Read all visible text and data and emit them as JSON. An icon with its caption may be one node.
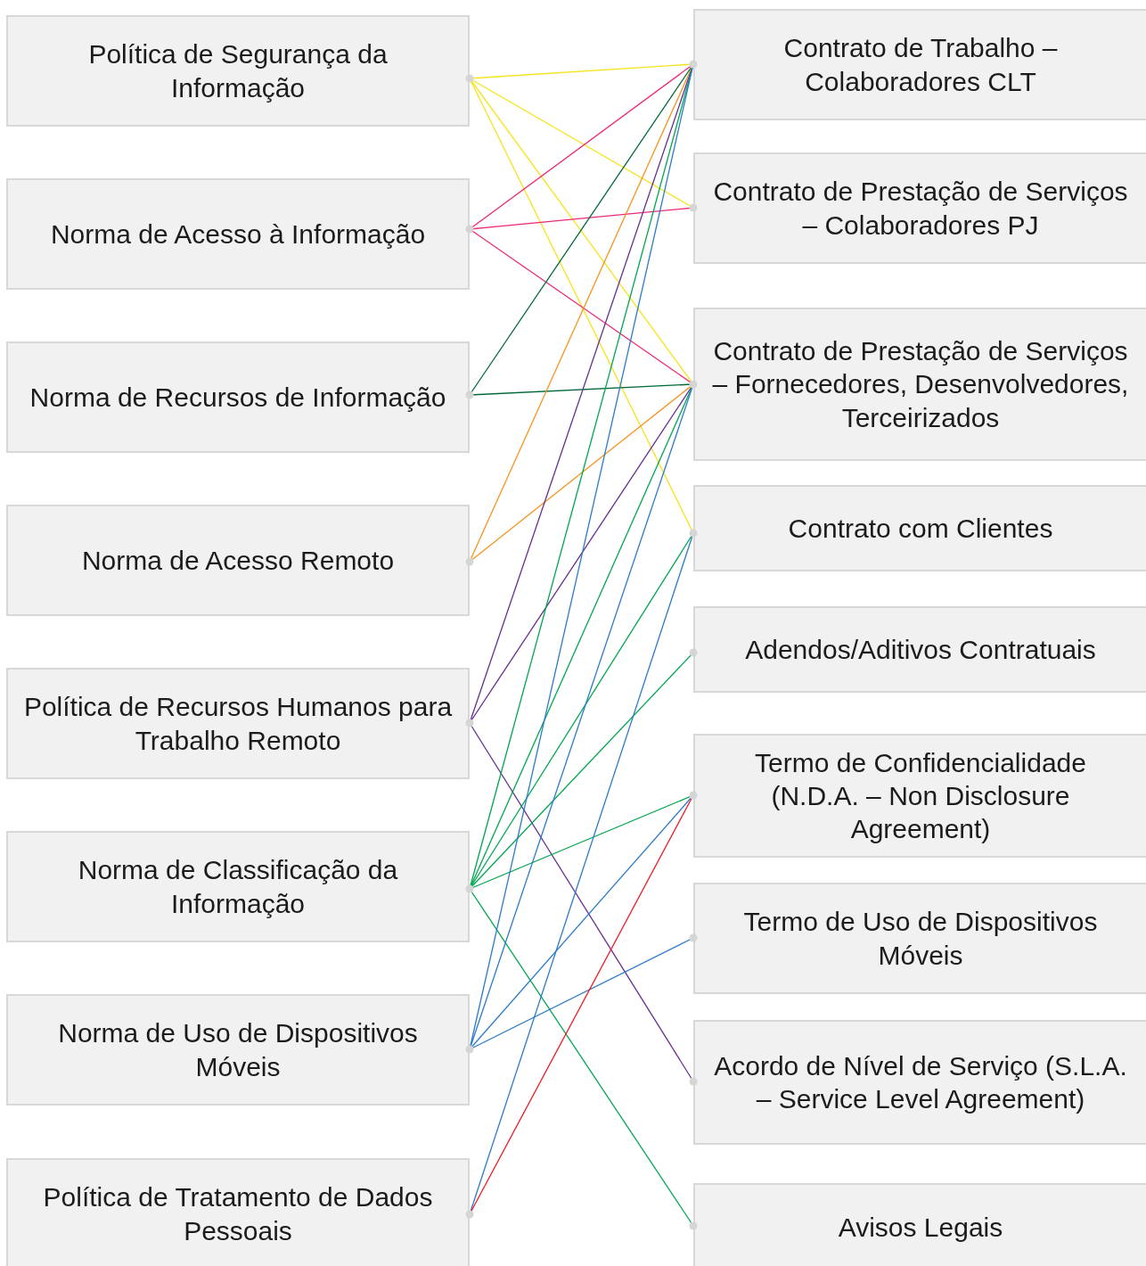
{
  "diagram": {
    "nodes": [
      {
        "text": [
          "Política de Segurança da Informação"
        ]
      },
      {
        "text": [
          "Norma de Acesso à Informação"
        ]
      },
      {
        "text": [
          "Norma de Recursos de Informação"
        ]
      },
      {
        "text": [
          "Norma de Acesso Remoto"
        ]
      },
      {
        "text": [
          "Política de Recursos Humanos para Trabalho Remoto"
        ]
      },
      {
        "text": [
          "Norma de Classificação da Informação"
        ]
      },
      {
        "text": [
          "Norma de Uso de Dispositivos Móveis"
        ]
      },
      {
        "text": [
          "Política de Tratamento de Dados Pessoais"
        ]
      },
      {
        "text": [
          "Contrato de Trabalho – Colaboradores CLT"
        ]
      },
      {
        "text": [
          "Contrato de Prestação de Serviços – Colaboradores PJ"
        ]
      },
      {
        "text": [
          "Contrato de Prestação de Serviços – Fornecedores, Desenvolvedores, Terceirizados"
        ]
      },
      {
        "text": [
          "Contrato com Clientes"
        ]
      },
      {
        "text": [
          "Adendos/Aditivos Contratuais"
        ]
      },
      {
        "text": [
          "Termo de Confidencialidade (N.D.A. – Non Disclosure Agreement)"
        ]
      },
      {
        "text": [
          "Termo de Uso de Dispositivos Móveis"
        ]
      },
      {
        "text": [
          "Acordo de Nível de Serviço (S.L.A. – Service Level Agreement)"
        ]
      },
      {
        "text": [
          "Avisos Legais"
        ]
      }
    ],
    "edges": [
      {
        "from": 0,
        "to": 8,
        "arrow": "none",
        "color": "#f7e31b"
      },
      {
        "from": 0,
        "to": 9,
        "arrow": "none",
        "color": "#f7e31b"
      },
      {
        "from": 0,
        "to": 10,
        "arrow": "none",
        "color": "#f7e31b"
      },
      {
        "from": 0,
        "to": 11,
        "arrow": "none",
        "color": "#f7e31b"
      },
      {
        "from": 1,
        "to": 8,
        "arrow": "none",
        "color": "#ec2a7a"
      },
      {
        "from": 1,
        "to": 9,
        "arrow": "none",
        "color": "#ec2a7a"
      },
      {
        "from": 1,
        "to": 10,
        "arrow": "none",
        "color": "#ec2a7a"
      },
      {
        "from": 2,
        "to": 8,
        "arrow": "none",
        "color": "#006837"
      },
      {
        "from": 2,
        "to": 10,
        "arrow": "none",
        "color": "#006837"
      },
      {
        "from": 3,
        "to": 8,
        "arrow": "none",
        "color": "#f7931e"
      },
      {
        "from": 3,
        "to": 10,
        "arrow": "none",
        "color": "#f7931e"
      },
      {
        "from": 4,
        "to": 8,
        "arrow": "none",
        "color": "#662d91"
      },
      {
        "from": 4,
        "to": 10,
        "arrow": "none",
        "color": "#662d91"
      },
      {
        "from": 4,
        "to": 15,
        "arrow": "none",
        "color": "#662d91"
      },
      {
        "from": 5,
        "to": 8,
        "arrow": "none",
        "color": "#00a651"
      },
      {
        "from": 5,
        "to": 10,
        "arrow": "none",
        "color": "#00a651"
      },
      {
        "from": 5,
        "to": 11,
        "arrow": "none",
        "color": "#00a651"
      },
      {
        "from": 5,
        "to": 12,
        "arrow": "none",
        "color": "#00a651"
      },
      {
        "from": 5,
        "to": 13,
        "arrow": "none",
        "color": "#00a651"
      },
      {
        "from": 5,
        "to": 16,
        "arrow": "none",
        "color": "#00a651"
      },
      {
        "from": 6,
        "to": 8,
        "arrow": "none",
        "color": "#2b7bc8"
      },
      {
        "from": 6,
        "to": 10,
        "arrow": "none",
        "color": "#2b7bc8"
      },
      {
        "from": 6,
        "to": 13,
        "arrow": "none",
        "color": "#2b7bc8"
      },
      {
        "from": 6,
        "to": 14,
        "arrow": "none",
        "color": "#2b7bc8"
      },
      {
        "from": 7,
        "to": 11,
        "arrow": "none",
        "color": "#2b7bc8"
      },
      {
        "from": 7,
        "to": 13,
        "arrow": "none",
        "color": "#ed1c24"
      }
    ]
  }
}
